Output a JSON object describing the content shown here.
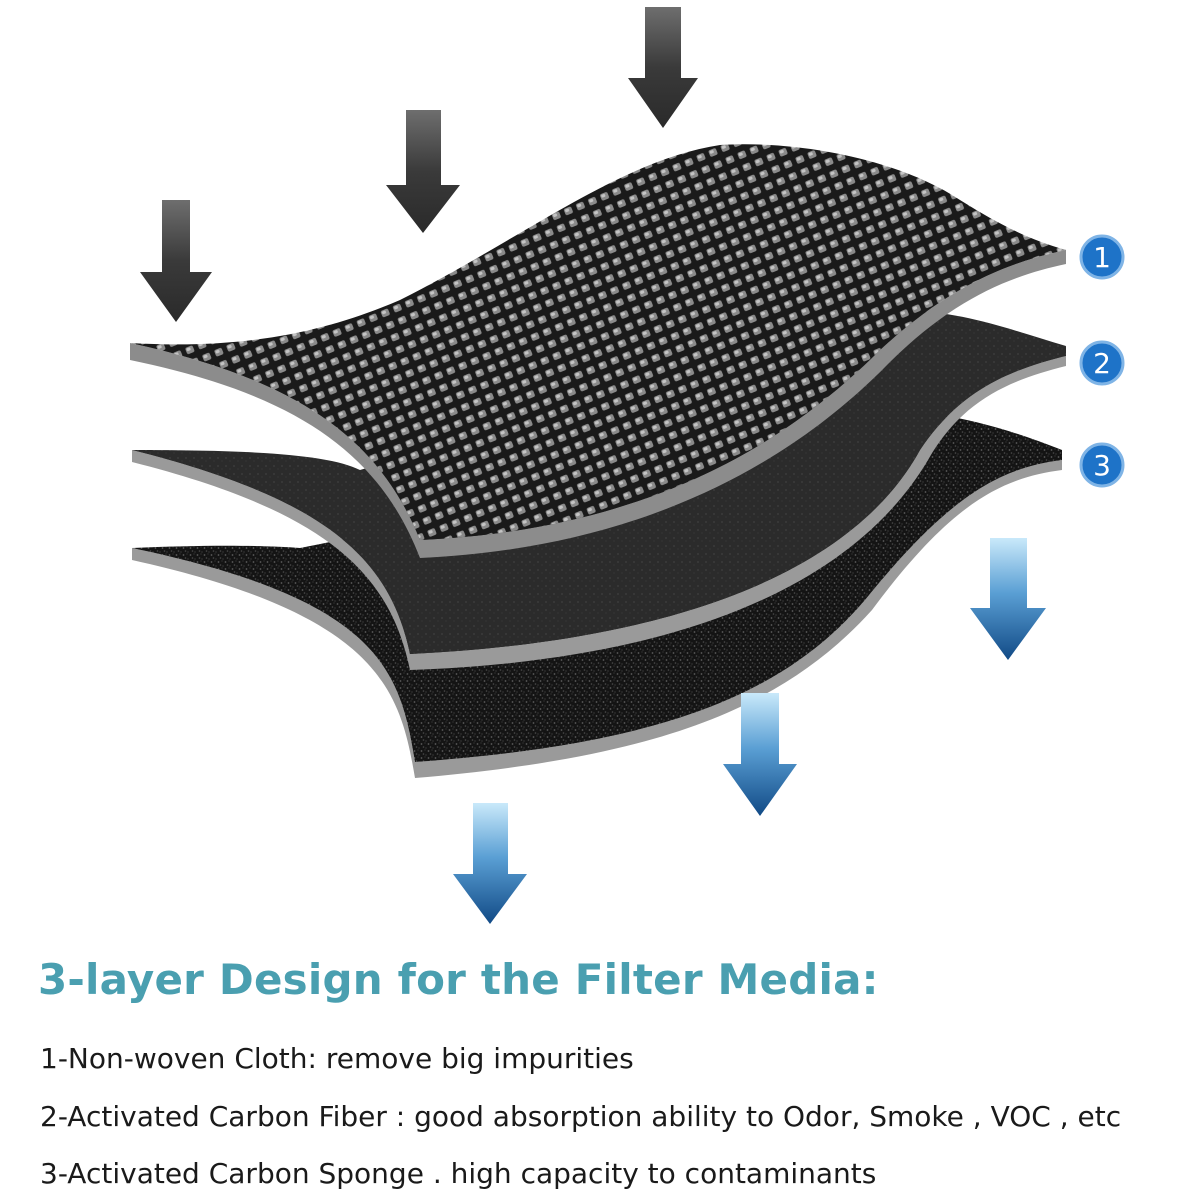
{
  "title": "3-layer Design for the Filter Media:",
  "descriptions": [
    "1-Non-woven Cloth: remove big impurities",
    "2-Activated Carbon Fiber : good absorption ability to Odor, Smoke , VOC , etc",
    "3-Activated Carbon Sponge . high capacity to contaminants"
  ],
  "badges": [
    "1",
    "2",
    "3"
  ],
  "colors": {
    "title": "#4a9fb0",
    "badge": "#1e73c8",
    "arrow_in": "#3a3a3a",
    "arrow_out_top": "#bde3f7",
    "arrow_out_bottom": "#15508f",
    "layer_edge": "#8c8c8c",
    "layer_dark": "#1c1c1c"
  }
}
